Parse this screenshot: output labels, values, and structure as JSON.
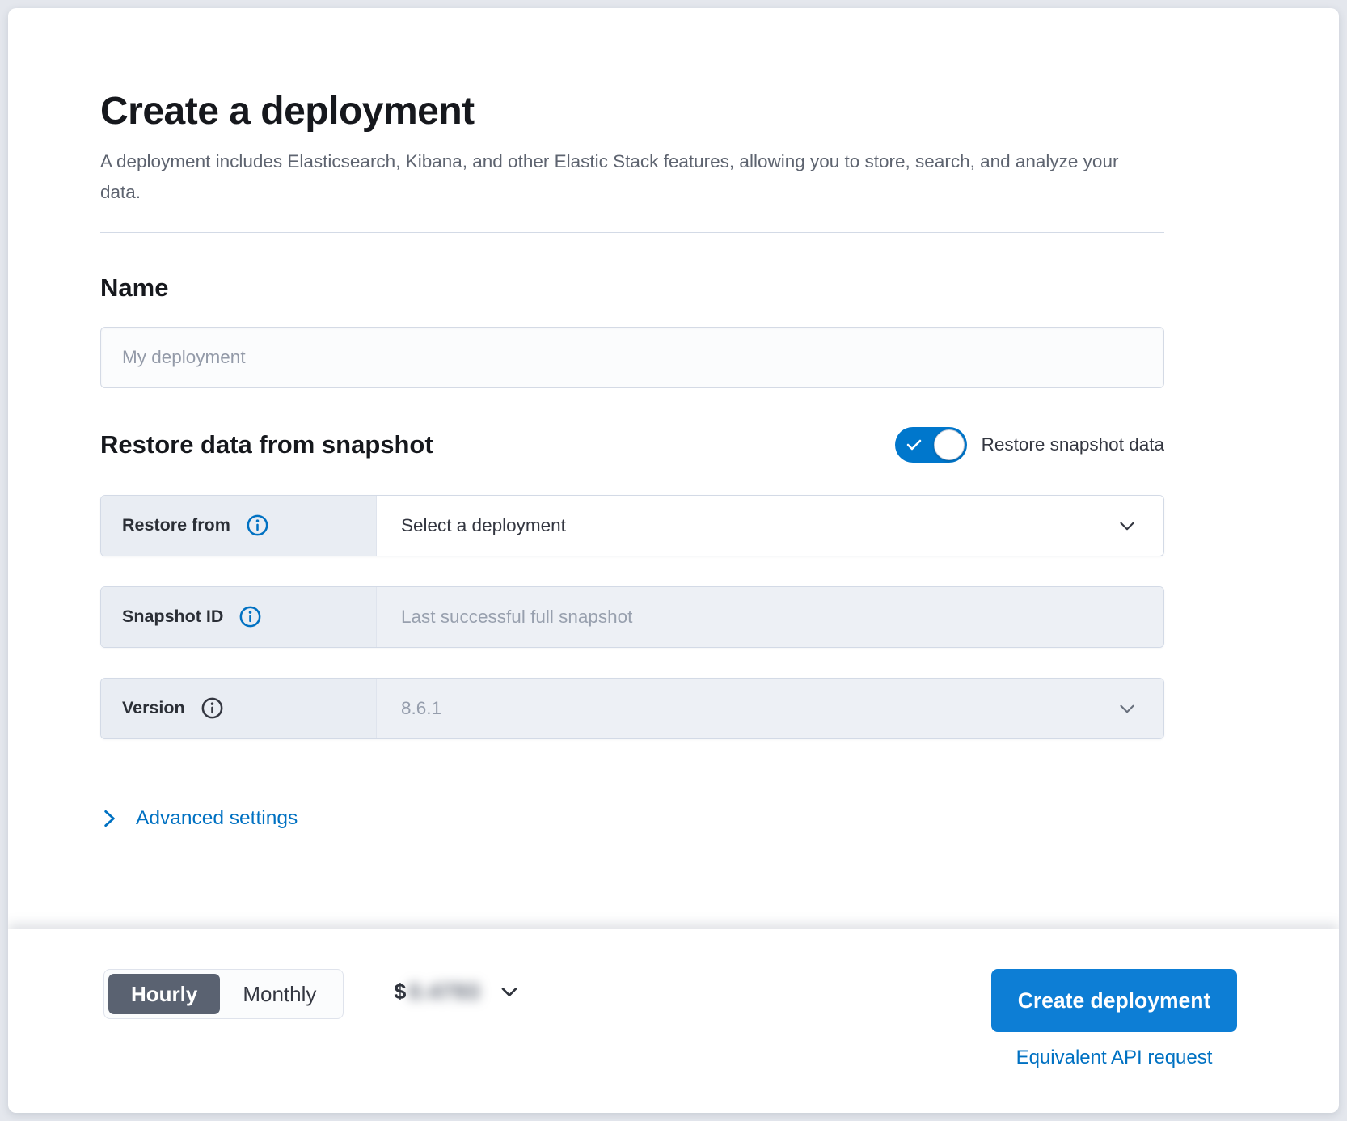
{
  "header": {
    "title": "Create a deployment",
    "subtitle": "A deployment includes Elasticsearch, Kibana, and other Elastic Stack features, allowing you to store, search, and analyze your data."
  },
  "name_section": {
    "heading": "Name",
    "input_value": "",
    "input_placeholder": "My deployment"
  },
  "snapshot_section": {
    "heading": "Restore data from snapshot",
    "toggle": {
      "label": "Restore snapshot data",
      "state": "on"
    },
    "rows": [
      {
        "label": "Restore from",
        "value": "Select a deployment",
        "control": "select"
      },
      {
        "label": "Snapshot ID",
        "value": "Last successful full snapshot",
        "control": "text-disabled"
      },
      {
        "label": "Version",
        "value": "8.6.1",
        "control": "select-disabled"
      }
    ]
  },
  "advanced": {
    "label": "Advanced settings"
  },
  "footer": {
    "billing_toggle": {
      "options": [
        "Hourly",
        "Monthly"
      ],
      "selected": "Hourly"
    },
    "price": {
      "currency": "$",
      "amount": "0.4793",
      "amount_blurred": true
    },
    "create_button": "Create deployment",
    "api_link": "Equivalent API request"
  },
  "colors": {
    "accent_blue": "#0077cc",
    "link_blue": "#0071c2",
    "button_blue": "#0d7ed5",
    "selected_segment": "#5a6271",
    "page_bg": "#e4e7ed",
    "label_cell_bg": "#e9edf3",
    "disabled_field_bg": "#edf0f5"
  }
}
